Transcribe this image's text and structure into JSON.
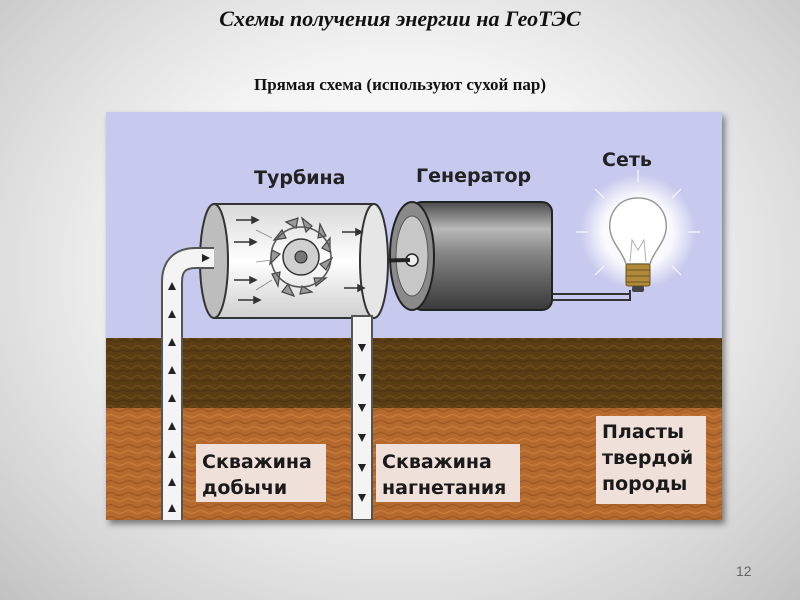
{
  "slide": {
    "title": "Схемы получения энергии на ГеоТЭС",
    "subtitle": "Прямая схема (используют сухой пар)",
    "page_number": "12"
  },
  "diagram": {
    "labels": {
      "turbine": "Турбина",
      "generator": "Генератор",
      "grid": "Сеть",
      "production_well_line1": "Скважина",
      "production_well_line2": "добычи",
      "injection_well_line1": "Скважина",
      "injection_well_line2": "нагнетания",
      "rock_line1": "Пласты",
      "rock_line2": "твердой",
      "rock_line3": "породы"
    },
    "colors": {
      "sky": "#c7c9ee",
      "topsoil": "#5a3d14",
      "rock": "#b46a2e",
      "label_box": "#f0e0da"
    }
  }
}
